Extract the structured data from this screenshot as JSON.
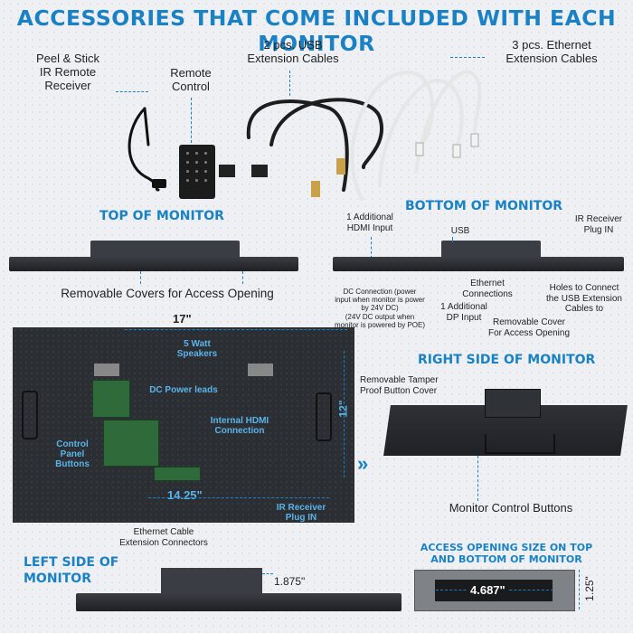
{
  "title": "ACCESSORIES THAT COME INCLUDED WITH EACH MONITOR",
  "labels": {
    "ir_receiver": "Peel & Stick\nIR Remote\nReceiver",
    "remote": "Remote\nControl",
    "usb_cables": "2 pcs. USB\nExtension Cables",
    "eth_cables": "3 pcs. Ethernet\nExtension Cables"
  },
  "top_of_monitor": {
    "heading": "TOP OF MONITOR",
    "covers": "Removable Covers for Access Opening"
  },
  "bottom_of_monitor": {
    "heading": "BOTTOM OF MONITOR",
    "hdmi": "1 Additional\nHDMI Input",
    "usb": "USB",
    "ir_plug": "IR Receiver\nPlug IN",
    "dc": "DC Connection (power\ninput when monitor is power\nby 24V DC)\n(24V DC output when\nmonitor is powered by POE)",
    "ethernet": "Ethernet\nConnections",
    "dp": "1 Additional\nDP Input",
    "holes": "Holes to Connect\nthe USB Extension\nCables to",
    "cover": "Removable Cover\nFor Access Opening"
  },
  "back_panel": {
    "width": "17\"",
    "height": "12\"",
    "inner_width": "14.25\"",
    "speakers": "5 Watt\nSpeakers",
    "dc_leads": "DC Power leads",
    "hdmi_conn": "Internal HDMI\nConnection",
    "control_buttons": "Control\nPanel\nButtons",
    "ir_plug": "IR Receiver\nPlug IN",
    "ethernet_connectors": "Ethernet Cable\nExtension Connectors"
  },
  "right_side": {
    "heading": "RIGHT SIDE OF MONITOR",
    "tamper": "Removable Tamper\nProof Button Cover",
    "buttons": "Monitor Control Buttons"
  },
  "left_side": {
    "heading": "LEFT SIDE OF\nMONITOR",
    "depth": "1.875\""
  },
  "access_opening": {
    "heading": "ACCESS OPENING SIZE ON TOP\nAND BOTTOM OF MONITOR",
    "width": "4.687\"",
    "height": "1.25\""
  },
  "colors": {
    "accent": "#1a82c4",
    "annotation": "#5bb4ea",
    "device": "#2b2e33"
  }
}
